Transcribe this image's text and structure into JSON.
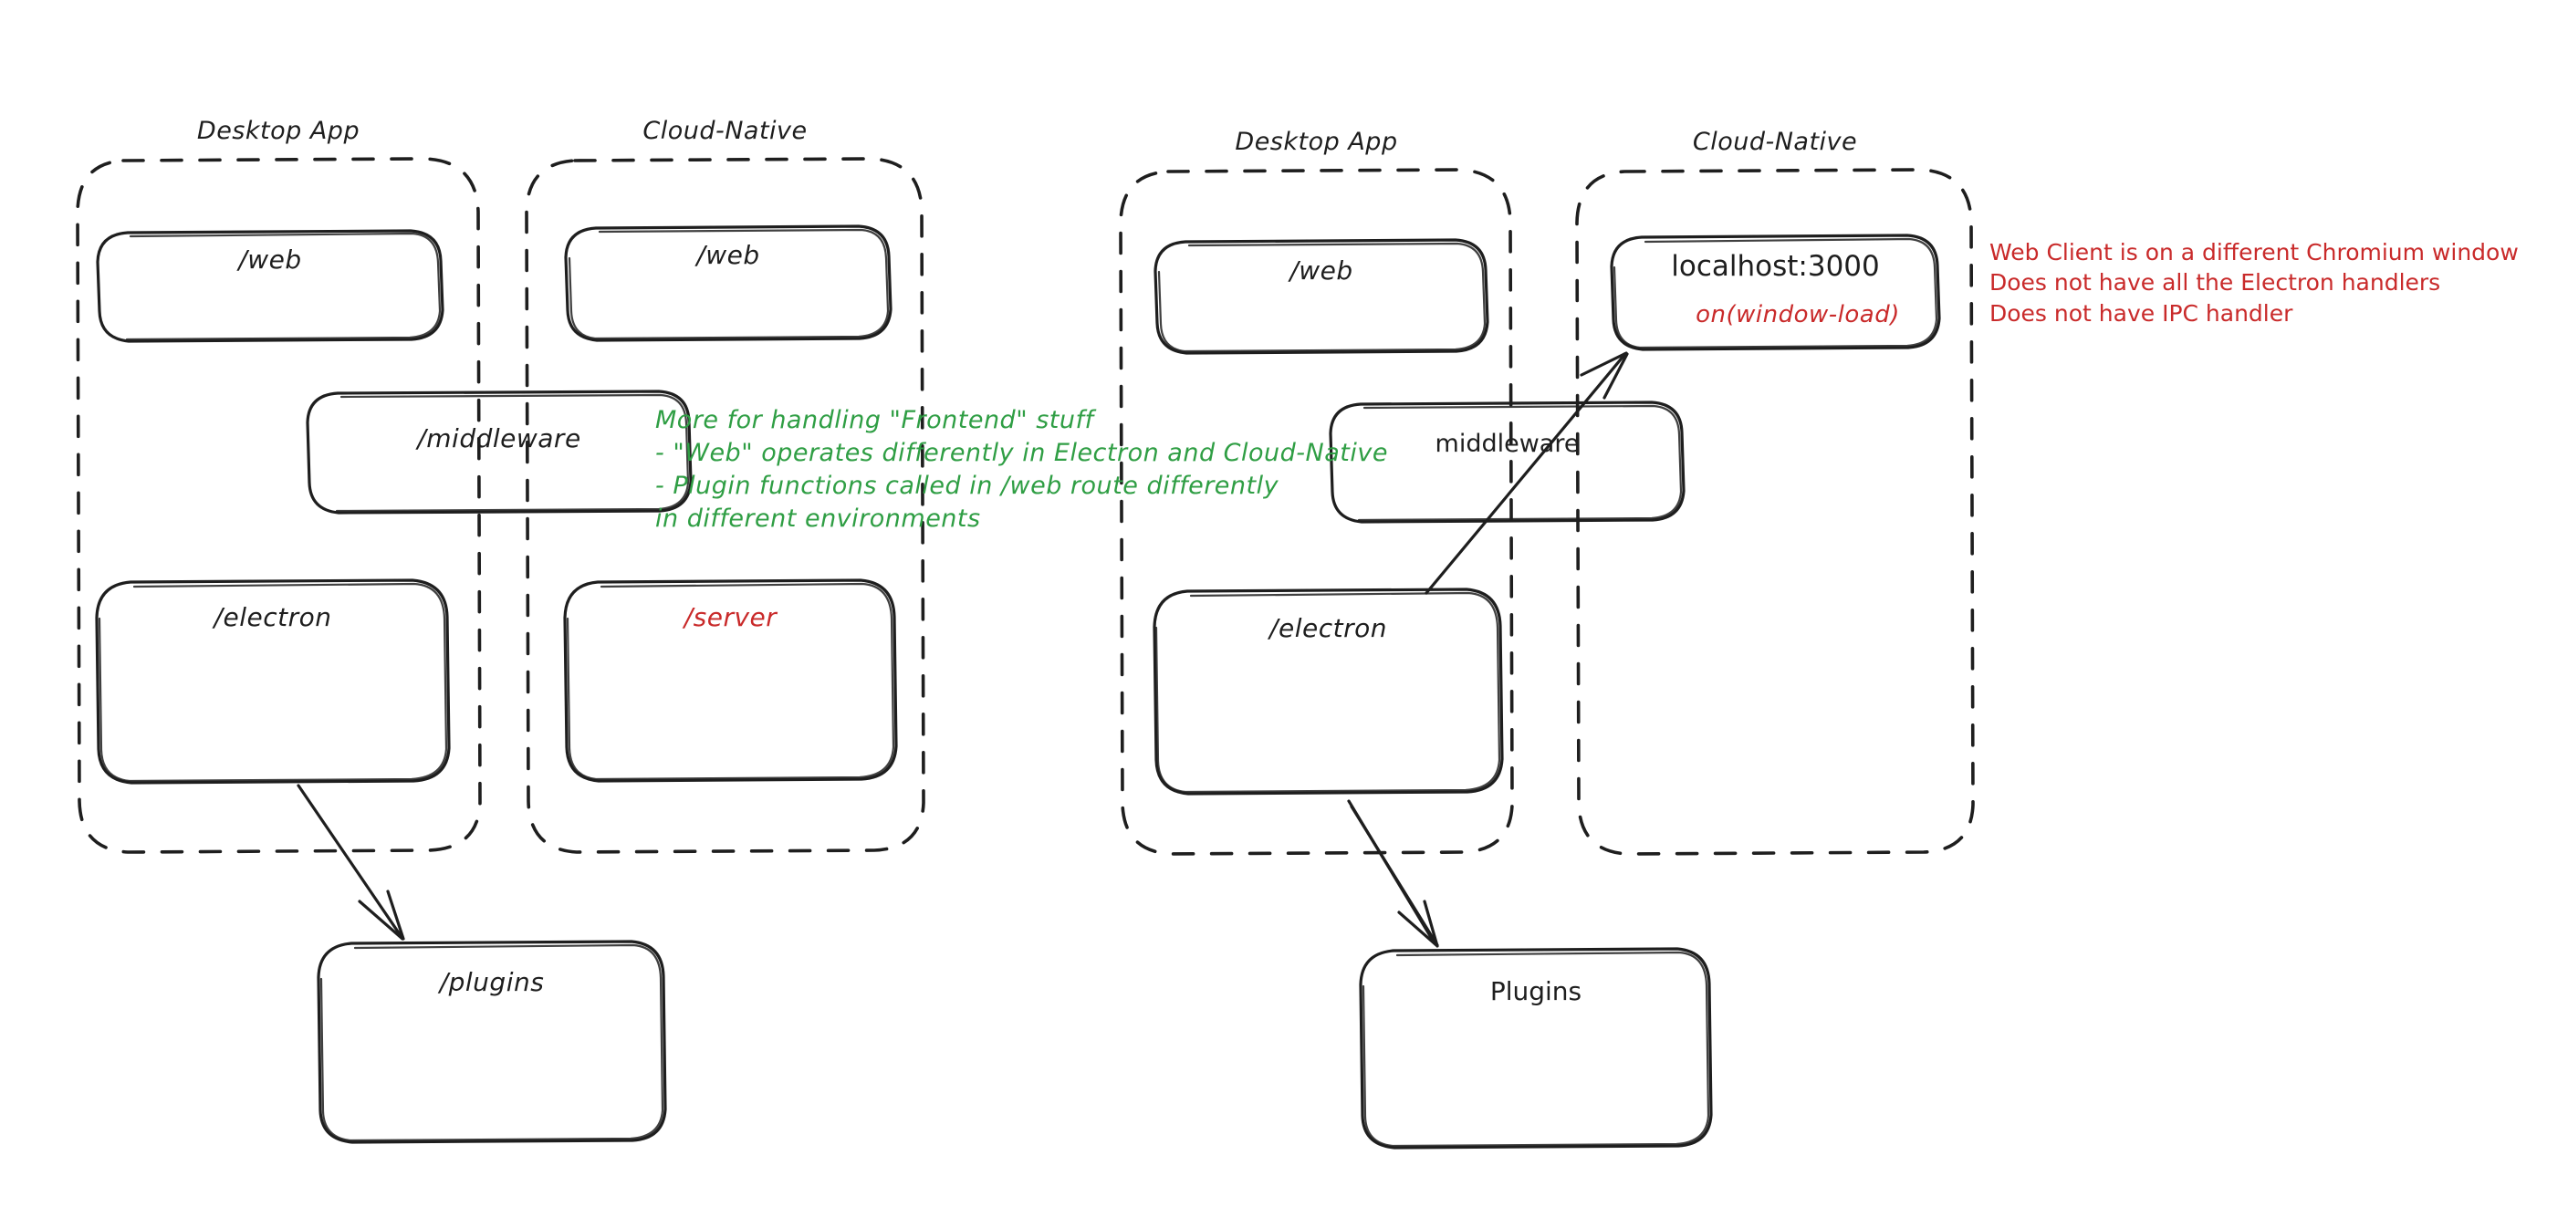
{
  "diagram": {
    "title": "Electron Desktop App vs Cloud-Native architecture sketch",
    "colors": {
      "stroke": "#1e1e1e",
      "green": "#2f9e44",
      "red": "#c92a2a",
      "background": "#ffffff"
    },
    "left_scenario": {
      "groups": [
        {
          "id": "left-desktop",
          "label": "Desktop App"
        },
        {
          "id": "left-cloud",
          "label": "Cloud-Native"
        }
      ],
      "boxes": [
        {
          "id": "left-desktop-web",
          "label": "/web",
          "color": "#1e1e1e"
        },
        {
          "id": "left-cloud-web",
          "label": "/web",
          "color": "#1e1e1e"
        },
        {
          "id": "left-middleware",
          "label": "/middleware",
          "color": "#1e1e1e"
        },
        {
          "id": "left-electron",
          "label": "/electron",
          "color": "#1e1e1e"
        },
        {
          "id": "left-server",
          "label": "/server",
          "color": "#c92a2a"
        },
        {
          "id": "left-plugins",
          "label": "/plugins",
          "color": "#1e1e1e"
        }
      ],
      "note_green": "More for handling \"Frontend\" stuff\n- \"Web\" operates differently in Electron and Cloud-Native\n- Plugin functions called in /web route differently\nin different environments"
    },
    "right_scenario": {
      "groups": [
        {
          "id": "right-desktop",
          "label": "Desktop App"
        },
        {
          "id": "right-cloud",
          "label": "Cloud-Native"
        }
      ],
      "boxes": [
        {
          "id": "right-desktop-web",
          "label": "/web",
          "color": "#1e1e1e"
        },
        {
          "id": "right-localhost",
          "label": "localhost:3000",
          "sublabel": "on(window-load)",
          "color": "#1e1e1e",
          "sublabel_color": "#c92a2a"
        },
        {
          "id": "right-middleware",
          "label": "middleware",
          "color": "#1e1e1e"
        },
        {
          "id": "right-electron",
          "label": "/electron",
          "color": "#1e1e1e"
        },
        {
          "id": "right-plugins",
          "label": "Plugins",
          "color": "#1e1e1e"
        }
      ],
      "note_red": "Web Client is on a different Chromium window\nDoes not have all the Electron handlers\nDoes not have IPC handler"
    },
    "arrows": [
      {
        "id": "arrow-left-electron-to-plugins",
        "from": "left-electron",
        "to": "left-plugins"
      },
      {
        "id": "arrow-right-electron-to-plugins",
        "from": "right-electron",
        "to": "right-plugins"
      },
      {
        "id": "arrow-right-electron-to-localhost",
        "from": "right-electron",
        "to": "right-localhost"
      }
    ]
  }
}
